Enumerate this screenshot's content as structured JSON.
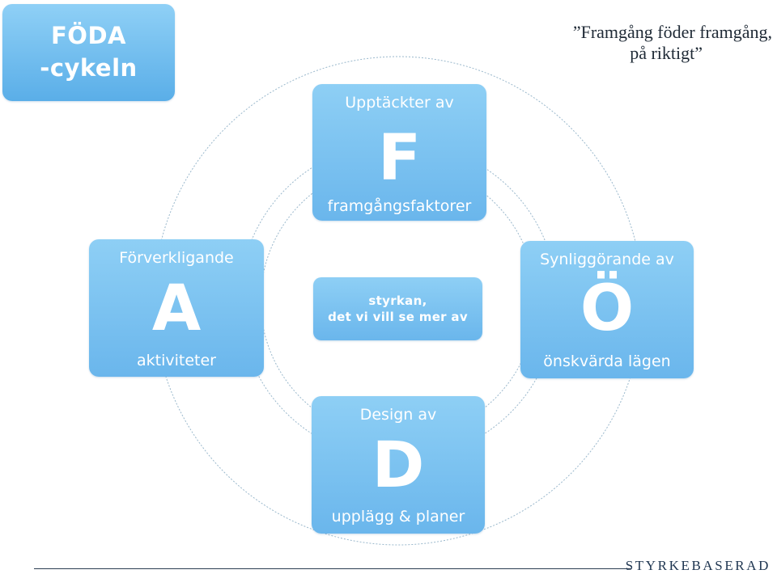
{
  "header": {
    "title_line1": "FÖDA",
    "title_line2": "-cykeln",
    "quote_line1": "”Framgång föder framgång,",
    "quote_line2": "på riktigt”"
  },
  "cycle": {
    "top": {
      "prefix": "Upptäckter av",
      "letter": "F",
      "suffix": "framgångsfaktorer"
    },
    "right": {
      "prefix": "Synliggörande av",
      "letter": "Ö",
      "suffix": "önskvärda lägen"
    },
    "bottom": {
      "prefix": "Design av",
      "letter": "D",
      "suffix": "upplägg & planer"
    },
    "left": {
      "prefix": "Förverkligande",
      "letter": "A",
      "suffix": "aktiviteter"
    },
    "center_line1": "styrkan,",
    "center_line2": "det vi vill se mer av"
  },
  "footer": {
    "brand": "STYRKEBASERAD"
  }
}
